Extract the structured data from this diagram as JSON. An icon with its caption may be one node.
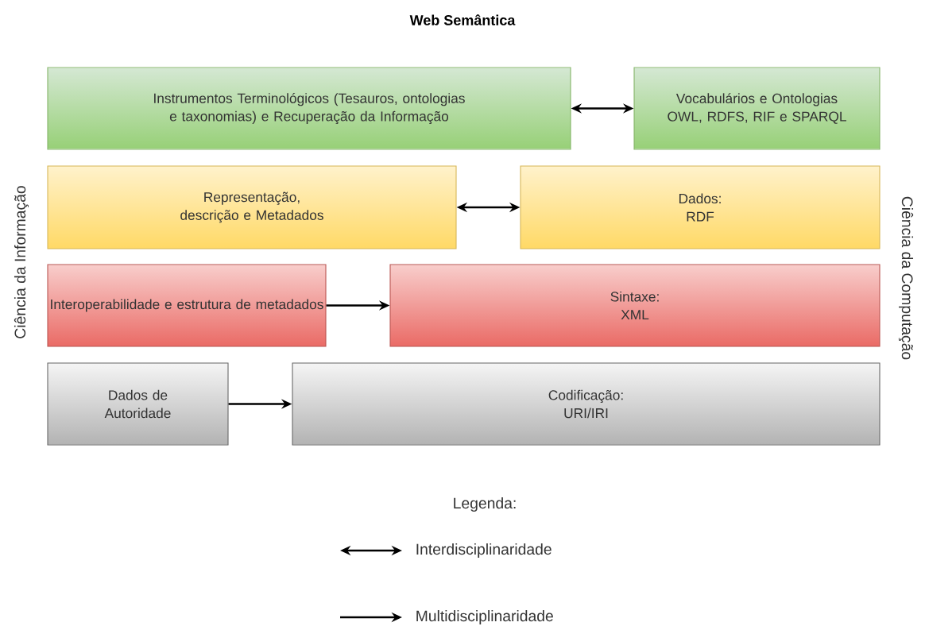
{
  "diagram": {
    "title": "Web Semântica",
    "nodes": [
      {
        "text": [
          "Instrumentos Terminológicos (Tesauros, ontologias e taxonomias) e Recuperação da Informação"
        ]
      },
      {
        "text": [
          "Vocabulários e Ontologias OWL, RDFS, RIF e SPARQL"
        ]
      },
      {
        "text": [
          "Representação, descrição e Metadados"
        ]
      },
      {
        "text": [
          "Dados:",
          "RDF"
        ]
      },
      {
        "text": [
          "Interoperabilidade e estrutura de metadados"
        ]
      },
      {
        "text": [
          "Sintaxe:",
          "XML"
        ]
      },
      {
        "text": [
          "Dados de Autoridade"
        ]
      },
      {
        "text": [
          "Codificação:",
          "URI/IRI"
        ]
      }
    ],
    "edges": [
      {
        "from": 0,
        "to": 1,
        "arrow": "both"
      },
      {
        "from": 2,
        "to": 3,
        "arrow": "both"
      },
      {
        "from": 4,
        "to": 5,
        "arrow": "to"
      },
      {
        "from": 6,
        "to": 7,
        "arrow": "to"
      }
    ],
    "labels": [
      "Ciência da Informação",
      "Ciência da Computação",
      "Legenda:"
    ],
    "legend": [
      {
        "text": "Interdisciplinaridade"
      },
      {
        "text": "Multidisciplinaridade"
      }
    ]
  }
}
